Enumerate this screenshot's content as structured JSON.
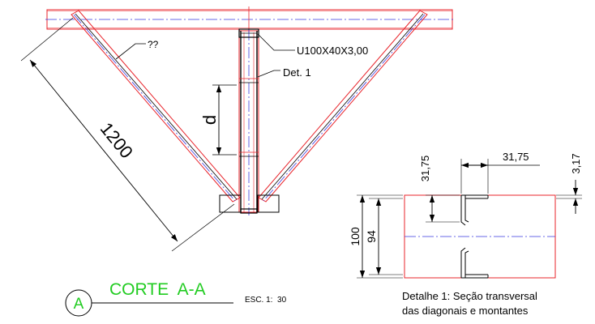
{
  "drawing": {
    "section_title": "CORTE  A-A",
    "section_id": "A",
    "scale_label": "ESC. 1:  30",
    "profile_label": "U100X40X3,00",
    "detail_ref_label": "Det. 1",
    "unknown_label": "??",
    "dim_diagonal": "1200",
    "dim_d": "d"
  },
  "detail": {
    "dim_flange_left": "31,75",
    "dim_flange_right": "31,75",
    "dim_thickness": "3,17",
    "dim_outer_height": "100",
    "dim_inner_height": "94",
    "caption_line1": "Detalhe 1: Seção transversal",
    "caption_line2": "das diagonais e montantes"
  },
  "colors": {
    "outline_red": "#e8242b",
    "centerline_blue": "#3a3ae0",
    "dimension_black": "#000000",
    "title_green": "#22cc22"
  }
}
